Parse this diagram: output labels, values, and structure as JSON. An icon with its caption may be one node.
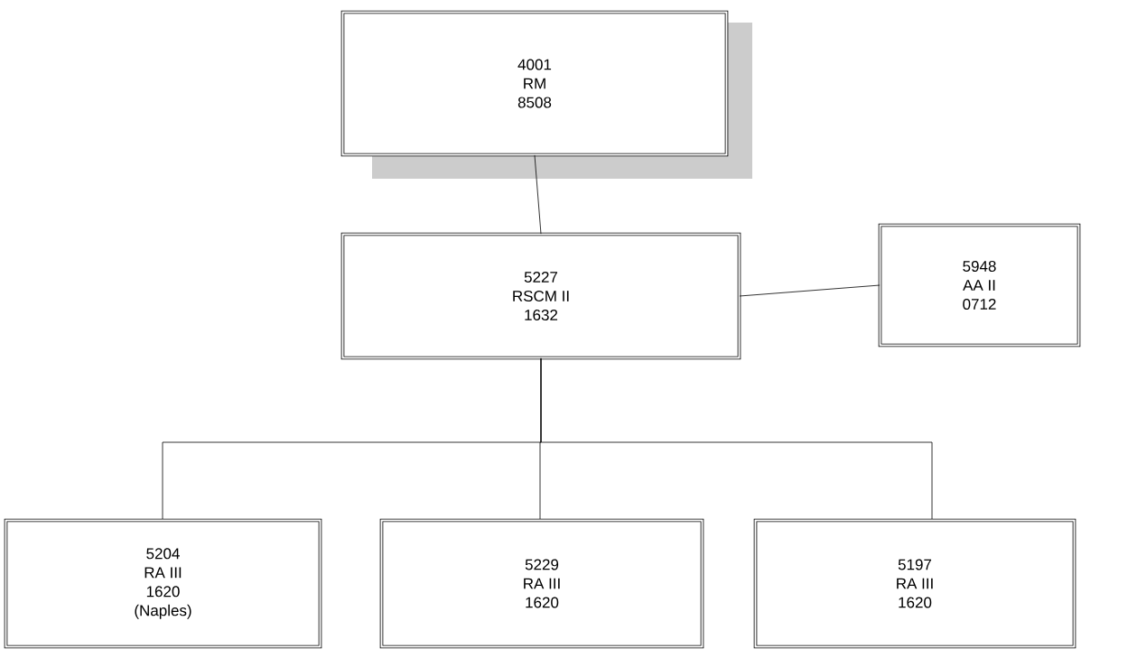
{
  "diagram": {
    "nodes": [
      {
        "text": [
          "4001",
          "RM",
          "8508"
        ]
      },
      {
        "text": [
          "5227",
          "RSCM II",
          "1632"
        ]
      },
      {
        "text": [
          "5948",
          "AA II",
          "0712"
        ]
      },
      {
        "text": [
          "5204",
          "RA III",
          "1620",
          "(Naples)"
        ]
      },
      {
        "text": [
          "5229",
          "RA III",
          "1620"
        ]
      },
      {
        "text": [
          "5197",
          "RA III",
          "1620"
        ]
      }
    ],
    "edges": [
      {
        "from": 0,
        "to": 1,
        "arrow": "none"
      },
      {
        "from": 1,
        "to": 2,
        "arrow": "none"
      },
      {
        "from": 1,
        "to": 3,
        "arrow": "none"
      },
      {
        "from": 1,
        "to": 4,
        "arrow": "none"
      },
      {
        "from": 1,
        "to": 5,
        "arrow": "none"
      }
    ]
  }
}
